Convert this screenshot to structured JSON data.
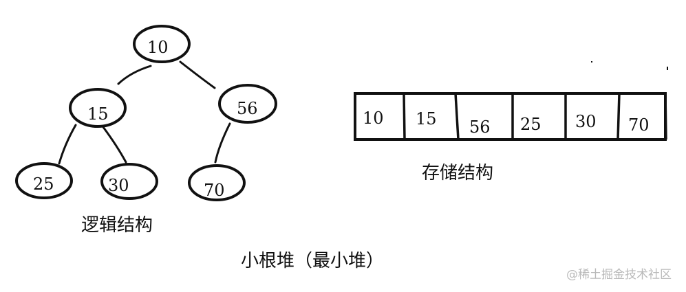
{
  "tree": {
    "nodes": [
      {
        "id": "root",
        "label": "10"
      },
      {
        "id": "left",
        "label": "15"
      },
      {
        "id": "right",
        "label": "56"
      },
      {
        "id": "left-left",
        "label": "25"
      },
      {
        "id": "left-right",
        "label": "30"
      },
      {
        "id": "right-left",
        "label": "70"
      }
    ],
    "edges": [
      [
        "root",
        "left"
      ],
      [
        "root",
        "right"
      ],
      [
        "left",
        "left-left"
      ],
      [
        "left",
        "left-right"
      ],
      [
        "right",
        "right-left"
      ]
    ],
    "caption": "逻辑结构"
  },
  "array": {
    "cells": [
      "10",
      "15",
      "56",
      "25",
      "30",
      "70"
    ],
    "caption": "存储结构"
  },
  "title": "小根堆（最小堆）",
  "watermark": "@稀土掘金技术社区"
}
